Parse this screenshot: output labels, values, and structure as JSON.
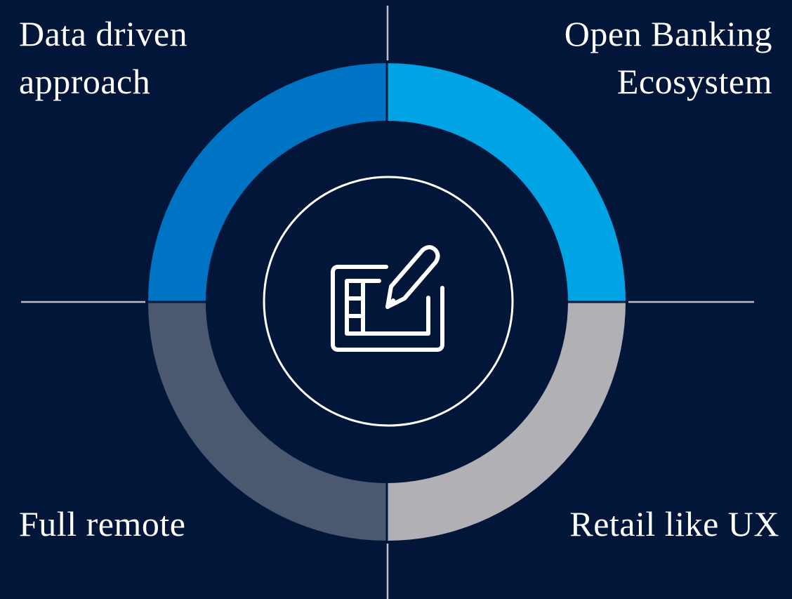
{
  "quadrants": {
    "top_left": {
      "lines": [
        "Data driven",
        "approach"
      ],
      "color": "#0074c4"
    },
    "top_right": {
      "lines": [
        "Open Banking",
        "Ecosystem"
      ],
      "color": "#00a3e4"
    },
    "bottom_left": {
      "lines": [
        "Full remote"
      ],
      "color": "#4a5870"
    },
    "bottom_right": {
      "lines": [
        "Retail like UX"
      ],
      "color": "#b1b0b5"
    }
  },
  "colors": {
    "background": "#02163a",
    "divider": "#b9bdc8",
    "center_outline": "#ffffff"
  },
  "center_icon": "tablet-pen-icon"
}
